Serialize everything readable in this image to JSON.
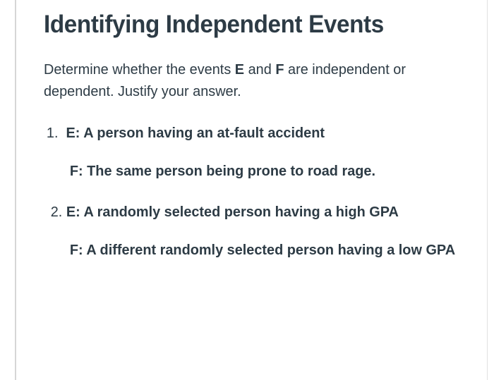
{
  "page": {
    "title": "Identifying Independent Events",
    "text_color": "#2d3b45",
    "background_color": "#ffffff",
    "rule_color": "#d6d6d6"
  },
  "intro": {
    "part1": " Determine whether the events ",
    "bold_e": "E",
    "part2": " and ",
    "bold_f": "F",
    "part3": " are independent or dependent. Justify your answer."
  },
  "questions": [
    {
      "marker": "1.",
      "event_e": "E: A person having an at-fault accident",
      "event_f": "F: The same person being prone to road rage."
    },
    {
      "marker": "2.",
      "event_e": "E: A randomly selected person having a high GPA",
      "event_f": "F: A different randomly selected person having a low GPA"
    }
  ]
}
